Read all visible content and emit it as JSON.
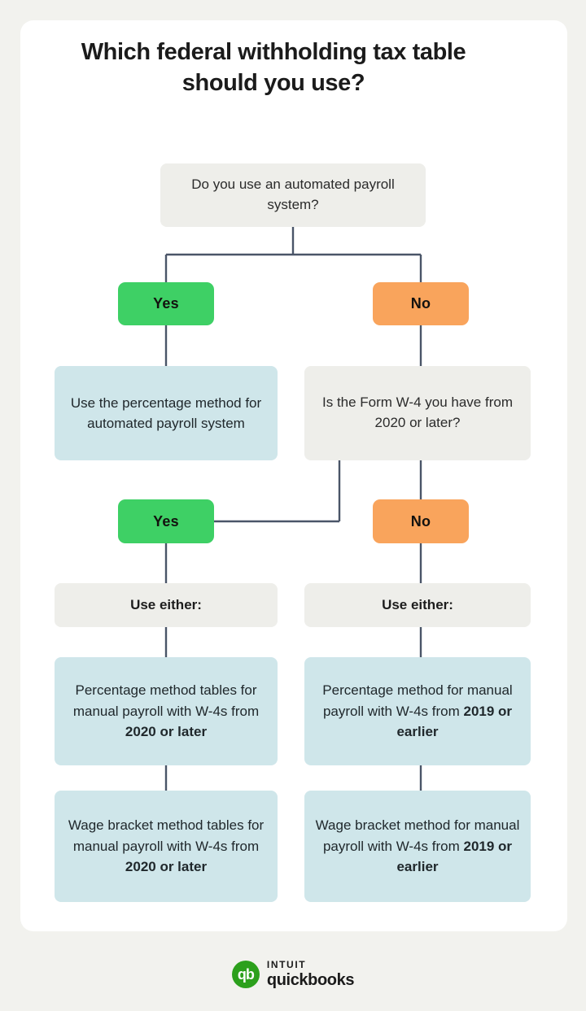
{
  "page": {
    "background_color": "#f2f2ee",
    "card_color": "#ffffff",
    "title": "Which federal withholding tax table should you use?"
  },
  "colors": {
    "grey_box": "#eeeeea",
    "blue_box": "#cfe6ea",
    "yes_green": "#3ed065",
    "no_orange": "#f9a45c",
    "connector": "#4a5568",
    "text": "#1d1d1d",
    "brand_green": "#2ca01c"
  },
  "flowchart": {
    "type": "decision-tree",
    "root_question": "Do you use an automated payroll system?",
    "branch1": {
      "yes_label": "Yes",
      "no_label": "No",
      "yes_result": "Use the percentage method for automated payroll system",
      "no_question": "Is the Form W-4 you have from 2020 or later?"
    },
    "branch2": {
      "yes_label": "Yes",
      "no_label": "No"
    },
    "left_column": {
      "header": "Use either:",
      "option1_plain": "Percentage method tables for manual payroll with W-4s from ",
      "option1_emph": "2020 or later",
      "option2_plain": "Wage bracket method tables for manual payroll with W-4s from ",
      "option2_emph": "2020 or later"
    },
    "right_column": {
      "header": "Use either:",
      "option1_plain": "Percentage method for manual payroll with W-4s from ",
      "option1_emph": "2019 or earlier",
      "option2_plain": "Wage bracket method for manual payroll with W-4s from ",
      "option2_emph": "2019 or earlier"
    }
  },
  "footer": {
    "logo_mark": "qb",
    "brand_top": "INTUIT",
    "brand_bottom": "quickbooks"
  }
}
